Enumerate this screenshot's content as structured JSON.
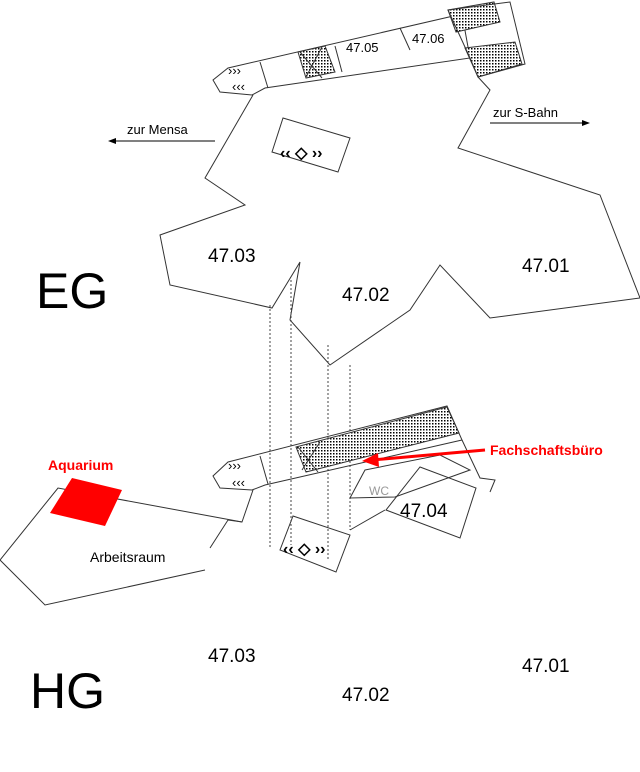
{
  "floors": {
    "eg": {
      "label": "EG",
      "rooms": [
        "47.03",
        "47.02",
        "47.01",
        "47.05",
        "47.06"
      ],
      "direction_left": "zur Mensa",
      "direction_right": "zur S-Bahn"
    },
    "hg": {
      "label": "HG",
      "rooms": [
        "47.03",
        "47.02",
        "47.01",
        "47.04"
      ],
      "wc": "WC",
      "workroom": "Arbeitsraum",
      "aquarium": "Aquarium",
      "student_office": "Fachschaftsbüro"
    }
  },
  "colors": {
    "highlight": "#ff0000",
    "walls": "#333333"
  }
}
